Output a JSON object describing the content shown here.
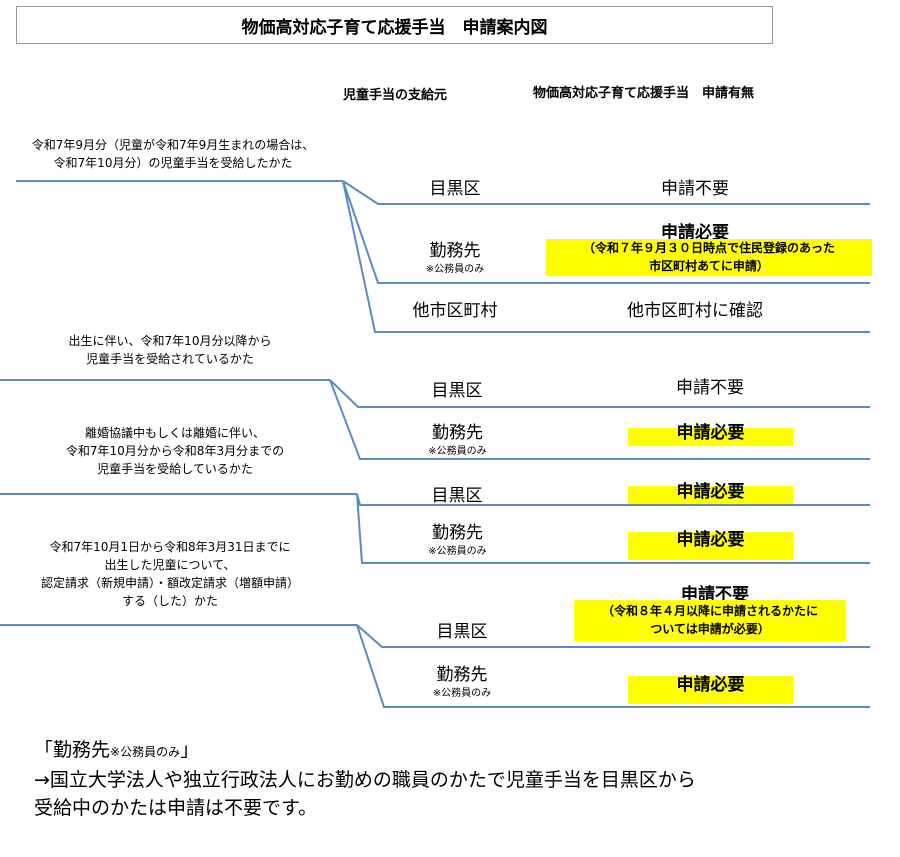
{
  "title": "物価高対応子育て応援手当　申請案内図",
  "header": {
    "col_source": "児童手当の支給元",
    "col_apply": "物価高対応子育て応援手当　申請有無"
  },
  "groups": [
    {
      "condition": [
        "令和7年9月分（児童が令和7年9月生まれの場合は、",
        "令和7年10月分）の児童手当を受給したかた"
      ],
      "rows": [
        {
          "dest": "目黒区",
          "note": "",
          "answer": "申請不要",
          "detail": []
        },
        {
          "dest": "勤務先",
          "note": "※公務員のみ",
          "answer": "申請必要",
          "detail": [
            "（令和７年９月３０日時点で住民登録のあった",
            "市区町村あてに申請）"
          ]
        },
        {
          "dest": "他市区町村",
          "note": "",
          "answer": "他市区町村に確認",
          "detail": []
        }
      ]
    },
    {
      "condition": [
        "出生に伴い、令和7年10月分以降から",
        "児童手当を受給されているかた"
      ],
      "rows": [
        {
          "dest": "目黒区",
          "note": "",
          "answer": "申請不要",
          "detail": []
        },
        {
          "dest": "勤務先",
          "note": "※公務員のみ",
          "answer": "申請必要",
          "detail": []
        }
      ]
    },
    {
      "condition": [
        "離婚協議中もしくは離婚に伴い、",
        "令和7年10月分から令和8年3月分までの",
        "児童手当を受給しているかた"
      ],
      "rows": [
        {
          "dest": "目黒区",
          "note": "",
          "answer": "申請必要",
          "detail": []
        },
        {
          "dest": "勤務先",
          "note": "※公務員のみ",
          "answer": "申請必要",
          "detail": []
        }
      ]
    },
    {
      "condition": [
        "令和7年10月1日から令和8年3月31日までに",
        "出生した児童について、",
        "認定請求（新規申請）・額改定請求（増額申請）",
        "する（した）かた"
      ],
      "rows": [
        {
          "dest": "目黒区",
          "note": "",
          "answer": "申請不要",
          "detail": [
            "（令和８年４月以降に申請されるかたに",
            "ついては申請が必要）"
          ]
        },
        {
          "dest": "勤務先",
          "note": "※公務員のみ",
          "answer": "申請必要",
          "detail": []
        }
      ]
    }
  ],
  "footer": {
    "line1_main": "「勤務先",
    "line1_small": "※公務員のみ",
    "line1_end": "」",
    "line2": "→国立大学法人や独立行政法人にお勤めの職員のかたで児童手当を目黒区から",
    "line3": "受給中のかたは申請は不要です。"
  },
  "colors": {
    "line": "#5b8ac6",
    "highlight": "#ffff00"
  }
}
